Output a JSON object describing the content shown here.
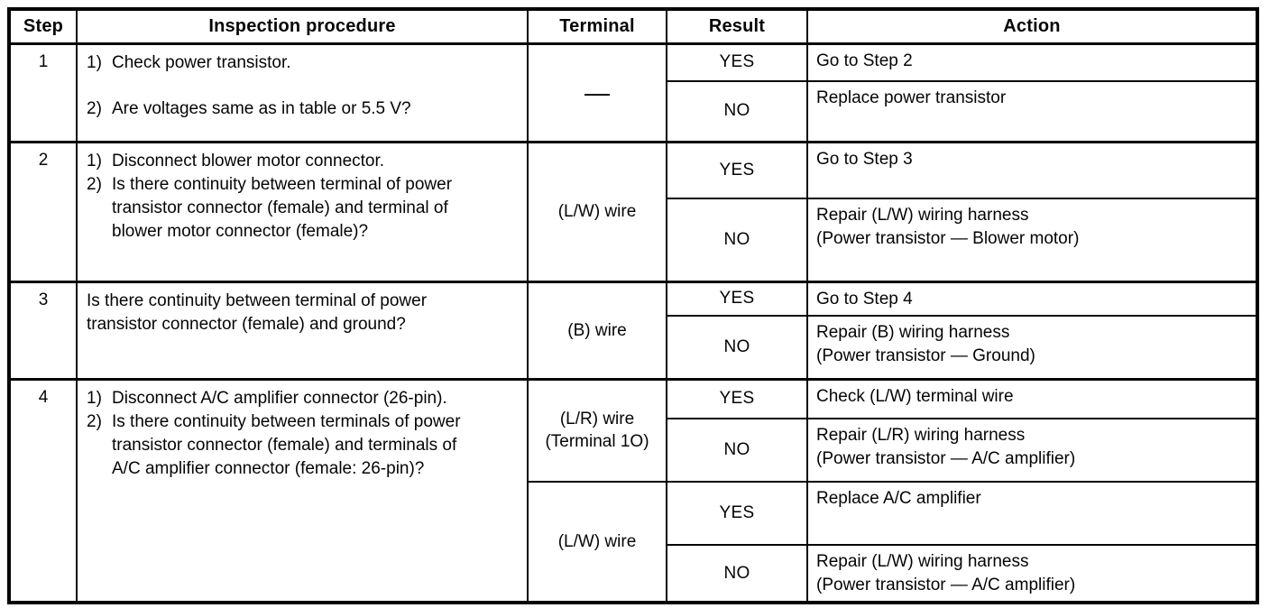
{
  "header": {
    "step": "Step",
    "procedure": "Inspection procedure",
    "terminal": "Terminal",
    "result": "Result",
    "action": "Action"
  },
  "steps": [
    {
      "step": "1",
      "items": [
        {
          "num": "1)",
          "text": "Check power transistor."
        },
        {
          "num": "2)",
          "text": "Are voltages same as in table or 5.5 V?"
        }
      ],
      "terminals": [
        {
          "label": "—",
          "outcomes": [
            {
              "result": "YES",
              "action": "Go to Step 2"
            },
            {
              "result": "NO",
              "action": "Replace power transistor"
            }
          ]
        }
      ]
    },
    {
      "step": "2",
      "items": [
        {
          "num": "1)",
          "text": "Disconnect blower motor connector."
        },
        {
          "num": "2)",
          "text": "Is there continuity between terminal of power transistor connector (female) and terminal of blower motor connector (female)?"
        }
      ],
      "terminals": [
        {
          "label": "(L/W) wire",
          "outcomes": [
            {
              "result": "YES",
              "action": "Go to Step 3"
            },
            {
              "result": "NO",
              "action": "Repair (L/W) wiring harness\n(Power transistor — Blower motor)"
            }
          ]
        }
      ]
    },
    {
      "step": "3",
      "text": "Is there continuity between terminal of power transistor connector (female) and ground?",
      "terminals": [
        {
          "label": "(B) wire",
          "outcomes": [
            {
              "result": "YES",
              "action": "Go to Step 4"
            },
            {
              "result": "NO",
              "action": "Repair (B) wiring harness\n(Power transistor — Ground)"
            }
          ]
        }
      ]
    },
    {
      "step": "4",
      "items": [
        {
          "num": "1)",
          "text": "Disconnect A/C amplifier connector (26-pin)."
        },
        {
          "num": "2)",
          "text": "Is there continuity between terminals of power transistor connector (female) and terminals of A/C amplifier connector (female: 26-pin)?"
        }
      ],
      "terminals": [
        {
          "label": "(L/R) wire\n(Terminal 1O)",
          "outcomes": [
            {
              "result": "YES",
              "action": "Check (L/W) terminal wire"
            },
            {
              "result": "NO",
              "action": "Repair (L/R) wiring harness\n(Power transistor — A/C amplifier)"
            }
          ]
        },
        {
          "label": "(L/W) wire",
          "outcomes": [
            {
              "result": "YES",
              "action": "Replace A/C amplifier"
            },
            {
              "result": "NO",
              "action": "Repair (L/W) wiring harness\n(Power transistor — A/C amplifier)"
            }
          ]
        }
      ]
    }
  ]
}
